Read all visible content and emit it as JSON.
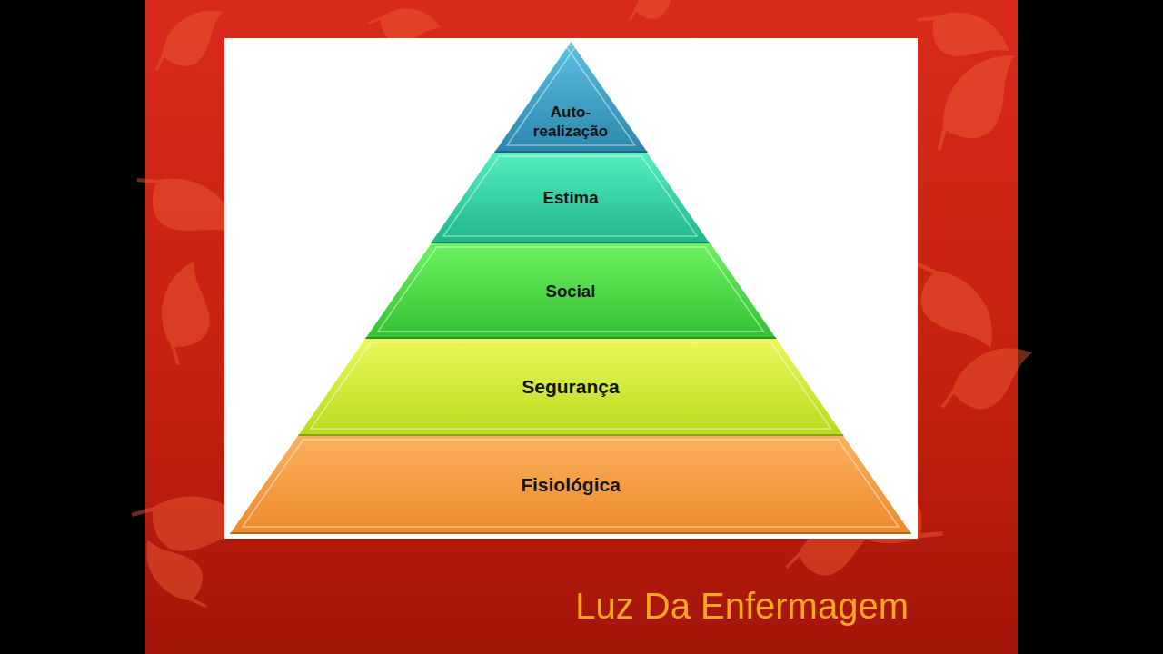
{
  "diagram": {
    "nodes": [
      {
        "text": [
          "Auto- realização"
        ]
      },
      {
        "text": [
          "Estima"
        ]
      },
      {
        "text": [
          "Social"
        ]
      },
      {
        "text": [
          "Segurança"
        ]
      },
      {
        "text": [
          "Fisiológica"
        ]
      }
    ],
    "labels": [
      "Luz Da Enfermagem"
    ]
  }
}
